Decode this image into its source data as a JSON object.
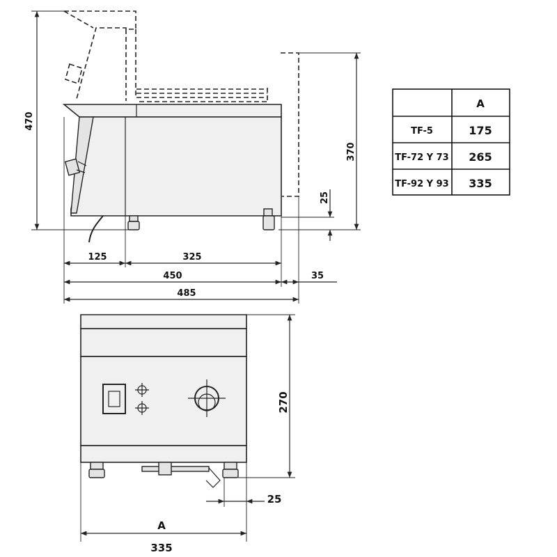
{
  "side_view": {
    "dims": {
      "height_total": "470",
      "height_right": "370",
      "leg_height": "25",
      "seg_front": "125",
      "seg_body": "325",
      "depth_body": "450",
      "overhang": "35",
      "depth_total": "485"
    }
  },
  "front_view": {
    "dims": {
      "height": "270",
      "leg_offset": "25",
      "width_label": "A",
      "width_value": "335"
    }
  },
  "table": {
    "header": "A",
    "rows": [
      {
        "model": "TF-5",
        "value": "175"
      },
      {
        "model": "TF-72 Y 73",
        "value": "265"
      },
      {
        "model": "TF-92 Y 93",
        "value": "335"
      }
    ]
  }
}
